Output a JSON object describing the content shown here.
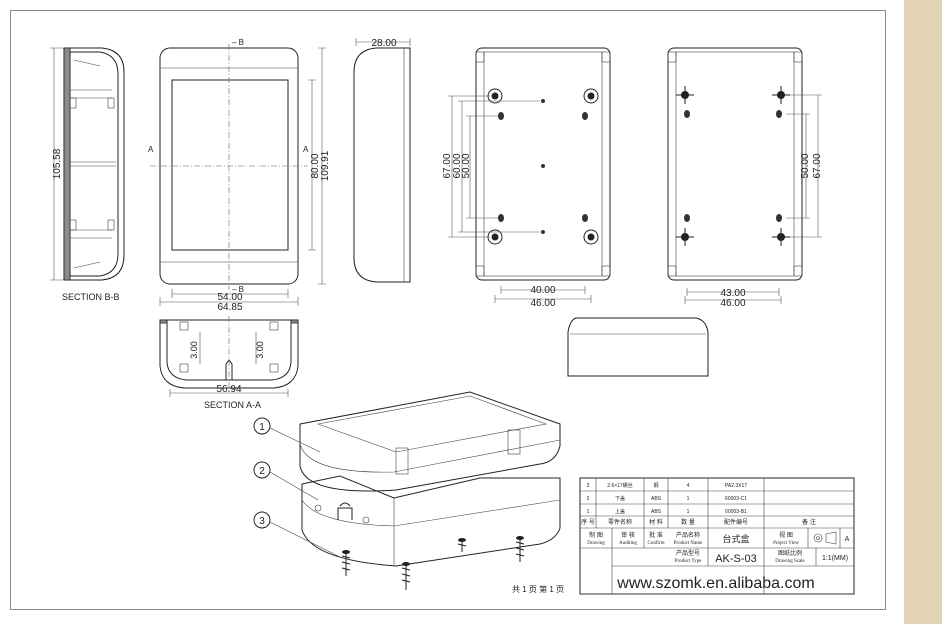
{
  "drawing": {
    "section_bb_label": "SECTION B-B",
    "section_aa_label": "SECTION A-A",
    "marker_a": "A",
    "marker_b": "B",
    "dims": {
      "d_105_58": "105.58",
      "d_28": "28.00",
      "d_80": "80.00",
      "d_109_91": "109.91",
      "d_54": "54.00",
      "d_64_85": "64.85",
      "d_67": "67.00",
      "d_60": "60.00",
      "d_50": "50.00",
      "d_40": "40.00",
      "d_46": "46.00",
      "d_43": "43.00",
      "d_3": "3.00",
      "d_56_94": "56.94"
    },
    "callouts": [
      "1",
      "2",
      "3"
    ]
  },
  "title_block": {
    "parts": [
      {
        "no": "3",
        "name": "2.6×17螺丝",
        "material": "钢",
        "qty": "4",
        "part_no": "PA2.3X17"
      },
      {
        "no": "2",
        "name": "下盖",
        "material": "ABS",
        "qty": "1",
        "part_no": "60003-C1"
      },
      {
        "no": "1",
        "name": "上盖",
        "material": "ABS",
        "qty": "1",
        "part_no": "60003-B1"
      }
    ],
    "headers": {
      "no": "序 号",
      "name": "零件名称",
      "material": "材 料",
      "qty": "数 量",
      "part_no": "配件编号",
      "remark": "备 注"
    },
    "drawing_cn": "制 图",
    "drawing_en": "Drawing",
    "auditing_cn": "审 核",
    "auditing_en": "Auditing",
    "confirm_cn": "批 准",
    "confirm_en": "Confirm",
    "product_name_cn": "产品名称",
    "product_name_en": "Product Name",
    "product_name_value": "台式盒",
    "project_view_cn": "视 图",
    "project_view_en": "Project View",
    "project_view_letter": "A",
    "product_type_cn": "产品型号",
    "product_type_en": "Product Type",
    "product_type_value": "AK-S-03",
    "scale_cn": "图纸比例",
    "scale_en": "Drawing Scale",
    "scale_value": "1:1(MM)",
    "website": "www.szomk.en.alibaba.com",
    "pages": "共 1 页  第 1 页"
  },
  "colors": {
    "border": "#8a8a8a",
    "side_strip": "#e2d3b5",
    "line": "#222222"
  }
}
